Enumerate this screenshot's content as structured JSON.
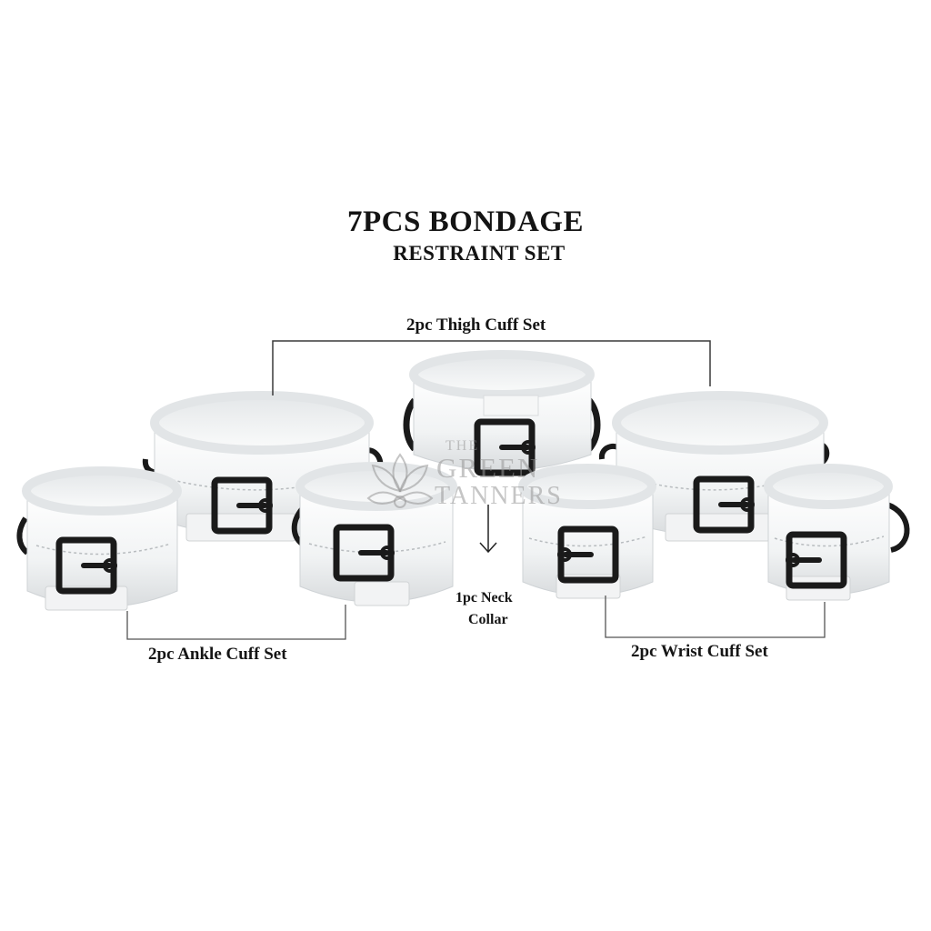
{
  "title": {
    "line1": "7PCS BONDAGE",
    "line2": "RESTRAINT SET"
  },
  "callouts": {
    "thigh": "2pc Thigh Cuff Set",
    "neck_line1": "1pc Neck",
    "neck_line2": "Collar",
    "ankle": "2pc Ankle Cuff Set",
    "wrist": "2pc Wrist Cuff Set"
  },
  "watermark": {
    "line1": "THE",
    "line2": "GREEN",
    "line3": "TANNERS"
  },
  "colors": {
    "background": "#ffffff",
    "leather": "#f4f5f5",
    "leather_shadow": "#d6d9db",
    "buckle": "#1a1a1a",
    "text": "#141414",
    "bracket_line": "#3a3a3a"
  },
  "products": [
    {
      "id": "thigh-cuff-left",
      "type": "thigh cuff"
    },
    {
      "id": "neck-collar",
      "type": "neck collar"
    },
    {
      "id": "thigh-cuff-right",
      "type": "thigh cuff"
    },
    {
      "id": "ankle-cuff-left",
      "type": "ankle cuff"
    },
    {
      "id": "ankle-cuff-right",
      "type": "ankle cuff"
    },
    {
      "id": "wrist-cuff-left",
      "type": "wrist cuff"
    },
    {
      "id": "wrist-cuff-right",
      "type": "wrist cuff"
    }
  ]
}
